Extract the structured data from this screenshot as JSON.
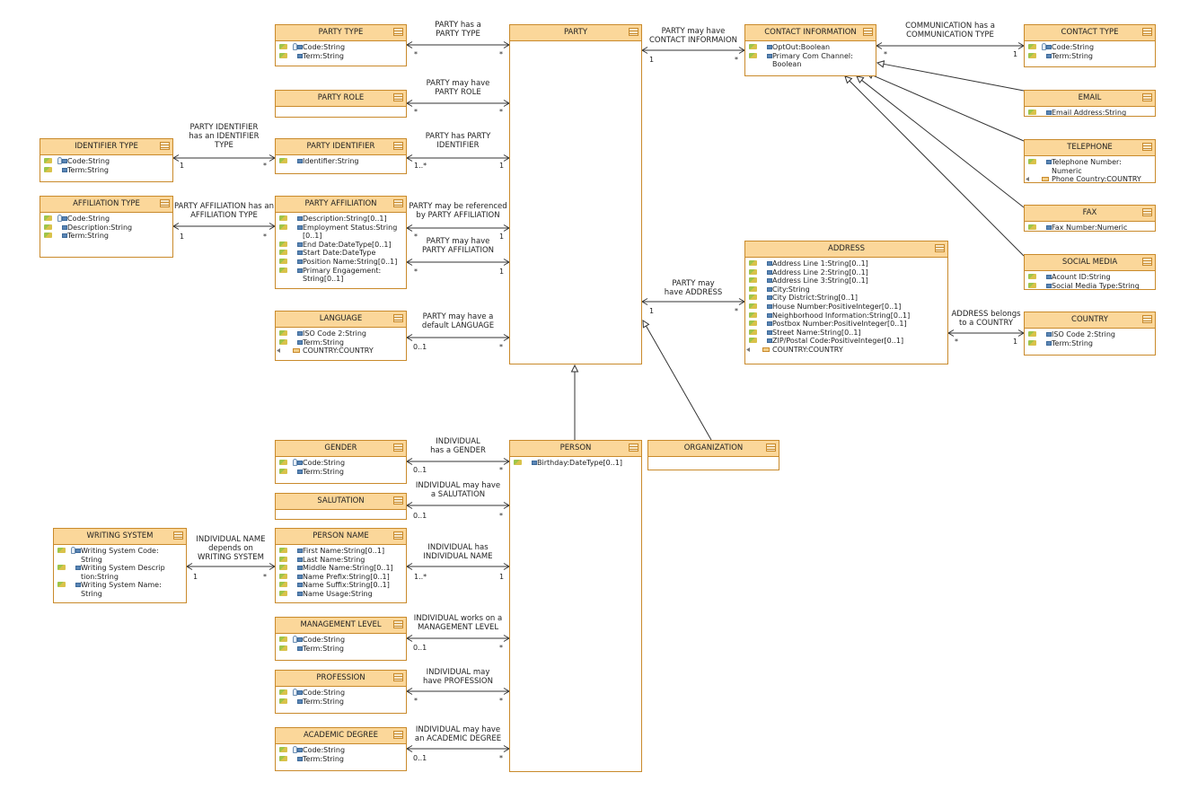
{
  "diagram": {
    "classes": [
      {
        "id": "party_type",
        "title": "PARTY TYPE",
        "attributes": [
          {
            "text": "Code:String",
            "key": true
          },
          {
            "text": "Term:String"
          }
        ]
      },
      {
        "id": "party_role",
        "title": "PARTY ROLE",
        "attributes": []
      },
      {
        "id": "identifier_type",
        "title": "IDENTIFIER TYPE",
        "attributes": [
          {
            "text": "Code:String",
            "key": true
          },
          {
            "text": "Term:String"
          }
        ]
      },
      {
        "id": "party_identifier",
        "title": "PARTY IDENTIFIER",
        "attributes": [
          {
            "text": "Identifier:String"
          }
        ]
      },
      {
        "id": "affiliation_type",
        "title": "AFFILIATION TYPE",
        "attributes": [
          {
            "text": "Code:String",
            "key": true
          },
          {
            "text": "Description:String"
          },
          {
            "text": "Term:String"
          }
        ]
      },
      {
        "id": "party_affiliation",
        "title": "PARTY AFFILIATION",
        "attributes": [
          {
            "text": "Description:String[0..1]"
          },
          {
            "text": "Employment Status:String\n[0..1]"
          },
          {
            "text": "End Date:DateType[0..1]"
          },
          {
            "text": "Start Date:DateType"
          },
          {
            "text": "Position Name:String[0..1]"
          },
          {
            "text": "Primary Engagement:\nString[0..1]"
          }
        ]
      },
      {
        "id": "language",
        "title": "LANGUAGE",
        "attributes": [
          {
            "text": "ISO Code 2:String"
          },
          {
            "text": "Term:String"
          },
          {
            "text": "COUNTRY:COUNTRY",
            "ref": true
          }
        ]
      },
      {
        "id": "party",
        "title": "PARTY",
        "attributes": []
      },
      {
        "id": "contact_information",
        "title": "CONTACT INFORMATION",
        "attributes": [
          {
            "text": "OptOut:Boolean"
          },
          {
            "text": "Primary Com Channel:\nBoolean"
          }
        ]
      },
      {
        "id": "contact_type",
        "title": "CONTACT TYPE",
        "attributes": [
          {
            "text": "Code:String",
            "key": true
          },
          {
            "text": "Term:String"
          }
        ]
      },
      {
        "id": "email",
        "title": "EMAIL",
        "attributes": [
          {
            "text": "Email Address:String"
          }
        ]
      },
      {
        "id": "telephone",
        "title": "TELEPHONE",
        "attributes": [
          {
            "text": "Telephone Number:\nNumeric"
          },
          {
            "text": "Phone Country:COUNTRY",
            "ref": true
          }
        ]
      },
      {
        "id": "fax",
        "title": "FAX",
        "attributes": [
          {
            "text": "Fax Number:Numeric"
          }
        ]
      },
      {
        "id": "social_media",
        "title": "SOCIAL MEDIA",
        "attributes": [
          {
            "text": "Acount ID:String"
          },
          {
            "text": "Social Media Type:String"
          }
        ]
      },
      {
        "id": "address",
        "title": "ADDRESS",
        "attributes": [
          {
            "text": "Address Line 1:String[0..1]"
          },
          {
            "text": "Address Line 2:String[0..1]"
          },
          {
            "text": "Address Line 3:String[0..1]"
          },
          {
            "text": "City:String"
          },
          {
            "text": "City District:String[0..1]"
          },
          {
            "text": "House Number:PositiveInteger[0..1]"
          },
          {
            "text": "Neighborhood Information:String[0..1]"
          },
          {
            "text": "Postbox Number:PositiveInteger[0..1]"
          },
          {
            "text": "Street Name:String[0..1]"
          },
          {
            "text": "ZIP/Postal Code:PositiveInteger[0..1]"
          },
          {
            "text": "COUNTRY:COUNTRY",
            "ref": true
          }
        ]
      },
      {
        "id": "country",
        "title": "COUNTRY",
        "attributes": [
          {
            "text": "ISO Code 2:String"
          },
          {
            "text": "Term:String"
          }
        ]
      },
      {
        "id": "gender",
        "title": "GENDER",
        "attributes": [
          {
            "text": "Code:String",
            "key": true
          },
          {
            "text": "Term:String"
          }
        ]
      },
      {
        "id": "salutation",
        "title": "SALUTATION",
        "attributes": []
      },
      {
        "id": "writing_system",
        "title": "WRITING SYSTEM",
        "attributes": [
          {
            "text": "Writing System Code:\nString",
            "key": true
          },
          {
            "text": "Writing System Descrip\ntion:String"
          },
          {
            "text": "Writing System Name:\nString"
          }
        ]
      },
      {
        "id": "person_name",
        "title": "PERSON NAME",
        "attributes": [
          {
            "text": "First Name:String[0..1]"
          },
          {
            "text": "Last Name:String"
          },
          {
            "text": "Middle Name:String[0..1]"
          },
          {
            "text": "Name Prefix:String[0..1]"
          },
          {
            "text": "Name Suffix:String[0..1]"
          },
          {
            "text": "Name Usage:String"
          }
        ]
      },
      {
        "id": "management_level",
        "title": "MANAGEMENT LEVEL",
        "attributes": [
          {
            "text": "Code:String",
            "key": true
          },
          {
            "text": "Term:String"
          }
        ]
      },
      {
        "id": "profession",
        "title": "PROFESSION",
        "attributes": [
          {
            "text": "Code:String",
            "key": true
          },
          {
            "text": "Term:String"
          }
        ]
      },
      {
        "id": "academic_degree",
        "title": "ACADEMIC DEGREE",
        "attributes": [
          {
            "text": "Code:String",
            "key": true
          },
          {
            "text": "Term:String"
          }
        ]
      },
      {
        "id": "person",
        "title": "PERSON",
        "attributes": [
          {
            "text": "Birthday:DateType[0..1]"
          }
        ]
      },
      {
        "id": "organization",
        "title": "ORGANIZATION",
        "attributes": []
      }
    ],
    "associations": [
      {
        "id": "a1",
        "label": [
          "PARTY has a",
          "PARTY TYPE"
        ],
        "m1": "*",
        "m2": "*"
      },
      {
        "id": "a2",
        "label": [
          "PARTY may have",
          "PARTY ROLE"
        ],
        "m1": "*",
        "m2": "*"
      },
      {
        "id": "a3",
        "label": [
          "PARTY has PARTY",
          "IDENTIFIER"
        ],
        "m1": "1..*",
        "m2": "1"
      },
      {
        "id": "a4",
        "label": [
          "PARTY IDENTIFIER",
          "has an IDENTIFIER",
          "TYPE"
        ],
        "m1": "1",
        "m2": "*"
      },
      {
        "id": "a5",
        "label": [
          "PARTY may be referenced",
          "by PARTY AFFILIATION"
        ],
        "m1": "*",
        "m2": "1"
      },
      {
        "id": "a6",
        "label": [
          "PARTY may have",
          "PARTY AFFILIATION"
        ],
        "m1": "*",
        "m2": "1"
      },
      {
        "id": "a7",
        "label": [
          "PARTY AFFILIATION has an",
          "AFFILIATION TYPE"
        ],
        "m1": "1",
        "m2": "*"
      },
      {
        "id": "a8",
        "label": [
          "PARTY may have a",
          "default LANGUAGE"
        ],
        "m1": "0..1",
        "m2": "*"
      },
      {
        "id": "a9",
        "label": [
          "PARTY may have",
          "CONTACT INFORMAION"
        ],
        "m1": "1",
        "m2": "*"
      },
      {
        "id": "a10",
        "label": [
          "COMMUNICATION has a",
          "COMMUNICATION TYPE"
        ],
        "m1": "*",
        "m2": "1"
      },
      {
        "id": "a11",
        "label": [
          "PARTY may",
          "have ADDRESS"
        ],
        "m1": "1",
        "m2": "*"
      },
      {
        "id": "a12",
        "label": [
          "ADDRESS belongs",
          "to a COUNTRY"
        ],
        "m1": "*",
        "m2": "1"
      },
      {
        "id": "a13",
        "label": [
          "INDIVIDUAL",
          "has a GENDER"
        ],
        "m1": "0..1",
        "m2": "*"
      },
      {
        "id": "a14",
        "label": [
          "INDIVIDUAL may have",
          "a SALUTATION"
        ],
        "m1": "0..1",
        "m2": "*"
      },
      {
        "id": "a15",
        "label": [
          "INDIVIDUAL has",
          "INDIVIDUAL NAME"
        ],
        "m1": "1..*",
        "m2": "1"
      },
      {
        "id": "a16",
        "label": [
          "INDIVIDUAL NAME",
          "depends on",
          "WRITING SYSTEM"
        ],
        "m1": "1",
        "m2": "*"
      },
      {
        "id": "a17",
        "label": [
          "INDIVIDUAL works on a",
          "MANAGEMENT LEVEL"
        ],
        "m1": "0..1",
        "m2": "*"
      },
      {
        "id": "a18",
        "label": [
          "INDIVIDUAL may",
          "have PROFESSION"
        ],
        "m1": "*",
        "m2": "*"
      },
      {
        "id": "a19",
        "label": [
          "INDIVIDUAL may have",
          "an ACADEMIC DEGREE"
        ],
        "m1": "0..1",
        "m2": "*"
      }
    ],
    "generalizations": [
      {
        "from": "person",
        "to": "party"
      },
      {
        "from": "organization",
        "to": "party"
      },
      {
        "from": "email",
        "to": "contact_information"
      },
      {
        "from": "telephone",
        "to": "contact_information"
      },
      {
        "from": "fax",
        "to": "contact_information"
      },
      {
        "from": "social_media",
        "to": "contact_information"
      }
    ]
  }
}
